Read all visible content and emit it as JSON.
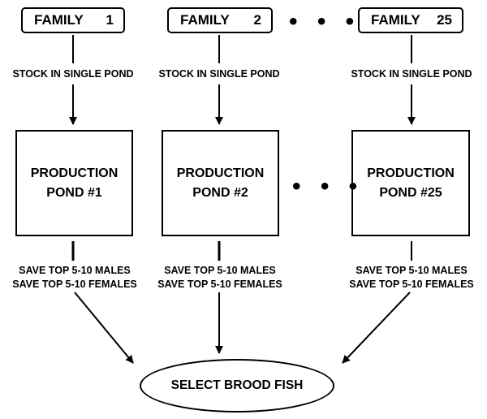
{
  "families": [
    {
      "label": "FAMILY",
      "number": "1"
    },
    {
      "label": "FAMILY",
      "number": "2"
    },
    {
      "label": "FAMILY",
      "number": "25"
    }
  ],
  "stock_label": "STOCK IN SINGLE POND",
  "ponds": [
    {
      "line1": "PRODUCTION",
      "line2": "POND #1"
    },
    {
      "line1": "PRODUCTION",
      "line2": "POND #2"
    },
    {
      "line1": "PRODUCTION",
      "line2": "POND #25"
    }
  ],
  "save_males": "SAVE TOP 5-10 MALES",
  "save_females": "SAVE TOP 5-10 FEMALES",
  "ellipsis": "• • •",
  "final_node": "SELECT BROOD FISH"
}
